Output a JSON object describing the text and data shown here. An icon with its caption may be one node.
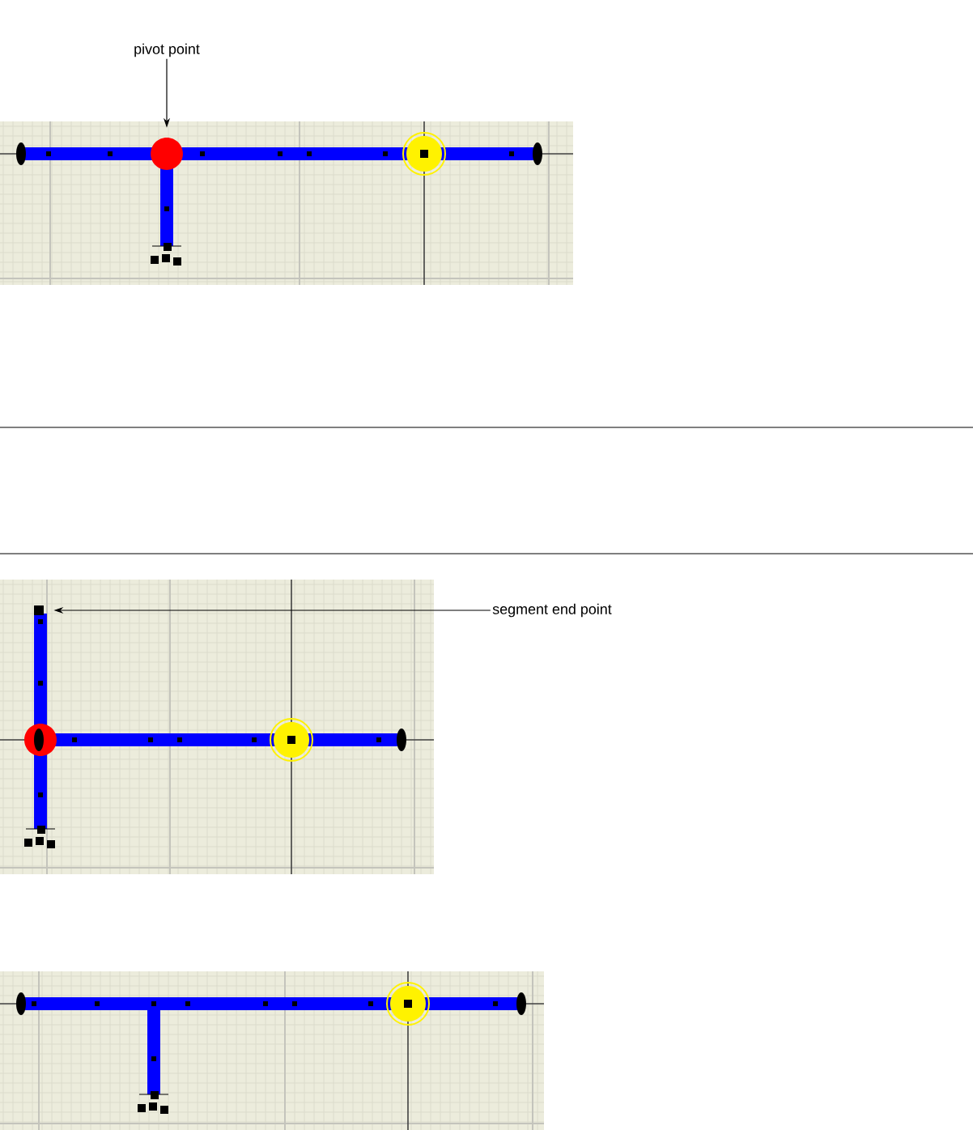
{
  "diagram": {
    "nodes": [
      {
        "text": [
          "pivot point"
        ]
      },
      {
        "text": [],
        "shape": "circle"
      },
      {
        "text": [
          "segment end point"
        ]
      },
      {
        "text": [],
        "shape": "box"
      }
    ],
    "edges": [
      {
        "from": 0,
        "to": 1,
        "arrow": "to"
      },
      {
        "from": 2,
        "to": 3,
        "arrow": "to"
      }
    ]
  }
}
